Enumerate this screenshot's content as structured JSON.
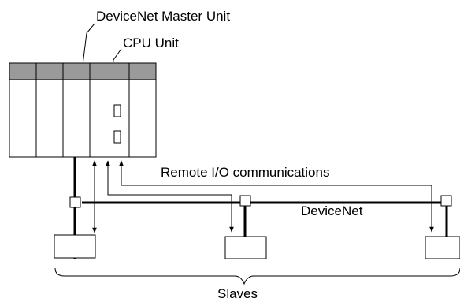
{
  "labels": {
    "master_unit": "DeviceNet Master Unit",
    "cpu_unit": "CPU Unit",
    "remote_io": "Remote I/O communications",
    "network": "DeviceNet",
    "slaves": "Slaves"
  }
}
